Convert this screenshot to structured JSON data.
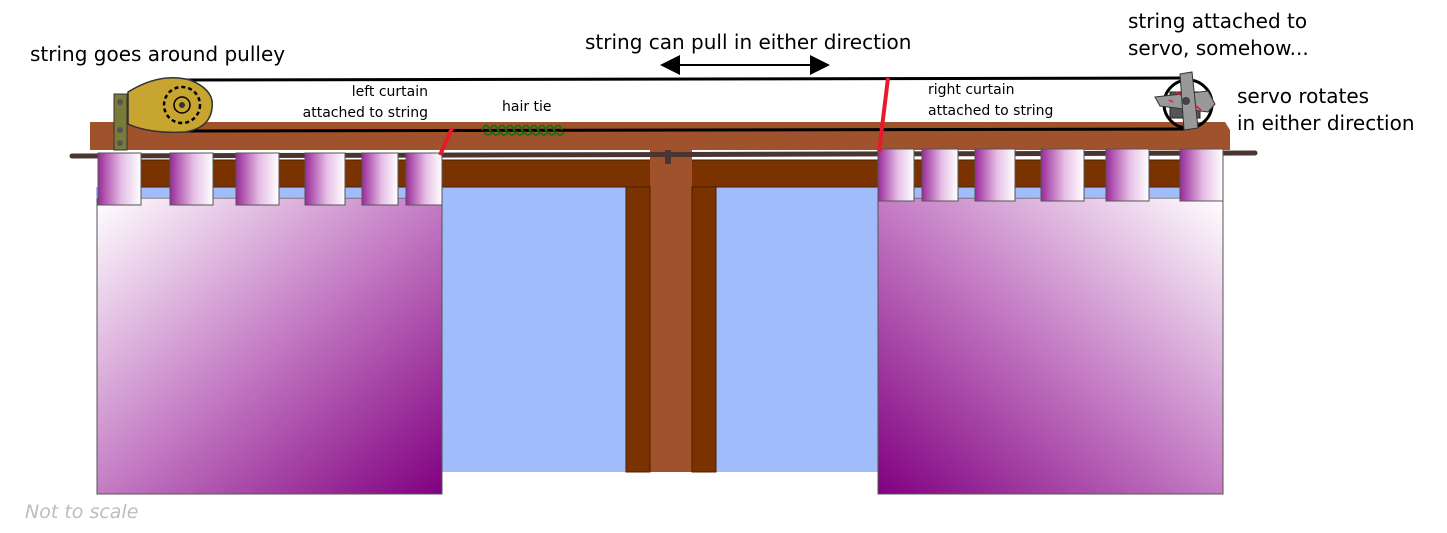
{
  "labels": {
    "pulley": "string goes around pulley",
    "pull_direction": "string can pull in either direction",
    "servo_attached_line1": "string attached to",
    "servo_attached_line2": "servo, somehow...",
    "servo_rotates_line1": "servo rotates",
    "servo_rotates_line2": "in either direction",
    "left_curtain_line1": "left curtain",
    "left_curtain_line2": "attached to string",
    "hair_tie": "hair tie",
    "right_curtain_line1": "right curtain",
    "right_curtain_line2": "attached to string",
    "scale_note": "Not to scale"
  },
  "colors": {
    "wood": "#a0522d",
    "dark_wood": "#7a3300",
    "window_glass": "#a0bcfb",
    "curtain_purple": "#800080",
    "string_red": "#e8192c",
    "hair_tie_green": "#1f6e12",
    "pulley_gold": "#c8a531",
    "servo_gray": "#999999"
  }
}
